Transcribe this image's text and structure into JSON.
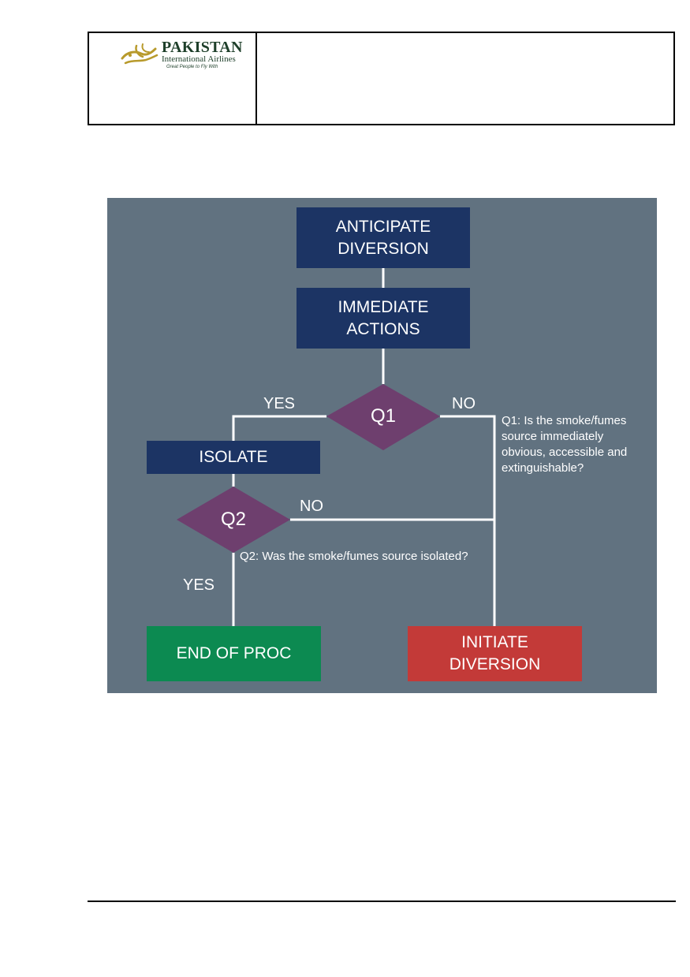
{
  "header": {
    "logo": {
      "name": "PAKISTAN",
      "subtitle": "International Airlines",
      "tagline": "Great People to Fly With"
    },
    "right_cell": ""
  },
  "flowchart": {
    "background": "#617280",
    "colors": {
      "process": "#1c3464",
      "decision": "#6e3f6e",
      "end": "#0c8a51",
      "diversion": "#c33a38",
      "connector": "#ffffff"
    },
    "nodes": {
      "anticipate": "ANTICIPATE\nDIVERSION",
      "immediate": "IMMEDIATE\nACTIONS",
      "q1": "Q1",
      "isolate": "ISOLATE",
      "q2": "Q2",
      "end": "END OF PROC",
      "initiate": "INITIATE\nDIVERSION"
    },
    "edges": {
      "q1_yes": "YES",
      "q1_no": "NO",
      "q2_no": "NO",
      "q2_yes": "YES"
    },
    "notes": {
      "q1": "Q1: Is the smoke/fumes\nsource immediately\nobvious, accessible and\nextinguishable?",
      "q2": "Q2: Was the smoke/fumes source isolated?"
    }
  }
}
